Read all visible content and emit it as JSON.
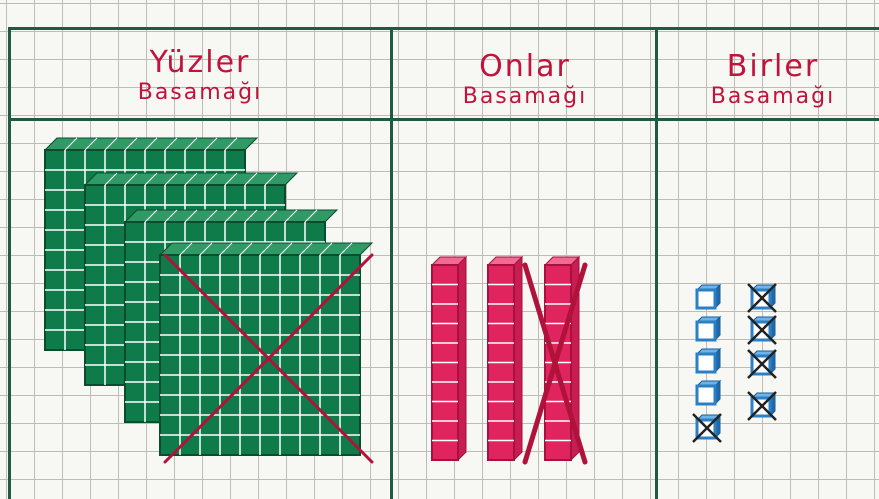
{
  "table": {
    "columns": [
      {
        "line1": "Yüzler",
        "line2": "Basamağı"
      },
      {
        "line1": "Onlar",
        "line2": "Basamağı"
      },
      {
        "line1": "Birler",
        "line2": "Basamağı"
      }
    ]
  },
  "blocks": {
    "hundreds": {
      "count": 4,
      "crossed_out": 1
    },
    "tens": {
      "count": 3,
      "crossed_out": 1
    },
    "ones": {
      "count": 9,
      "crossed_out": 5
    }
  },
  "colors": {
    "grid_line": "#1f5b44",
    "heading": "#c0143c",
    "hundreds_block": "#0f7a4a",
    "tens_block": "#e0245e",
    "ones_block": "#2b7fc4",
    "cross": "#b0123a"
  }
}
